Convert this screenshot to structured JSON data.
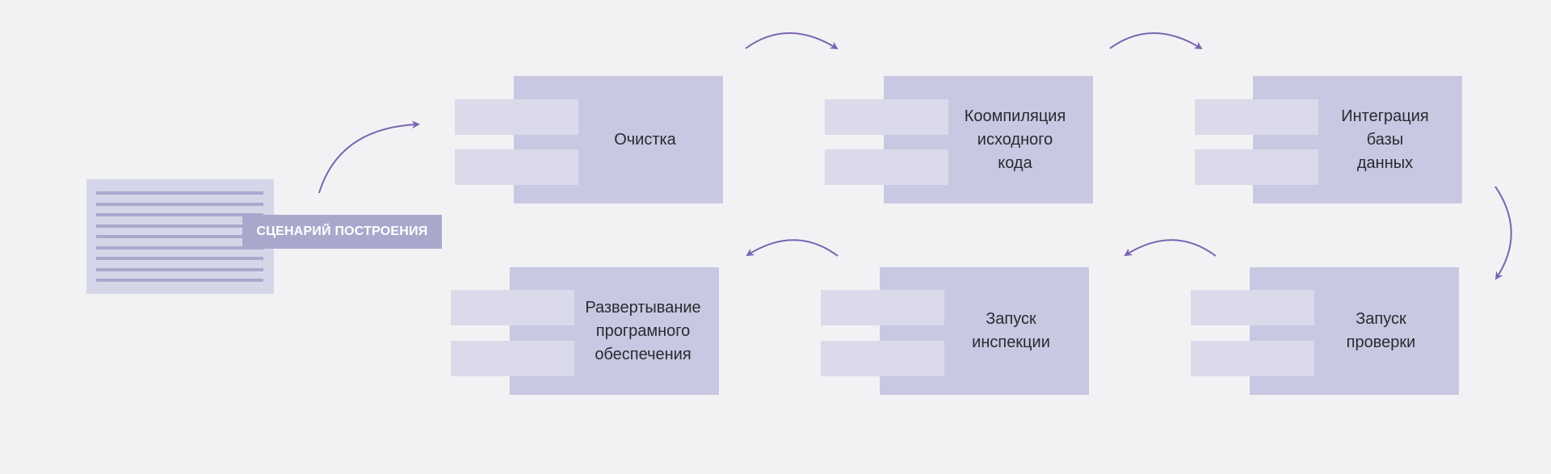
{
  "script": {
    "label": "СЦЕНАРИЙ ПОСТРОЕНИЯ",
    "icon": "document-icon"
  },
  "steps": [
    {
      "label": "Очистка"
    },
    {
      "label": "Коомпиляция\nисходного\nкода"
    },
    {
      "label": "Интеграция\nбазы\nданных"
    },
    {
      "label": "Запуск\nпроверки"
    },
    {
      "label": "Запуск\nинспекции"
    },
    {
      "label": "Развертывание\nпрограмного\nобеспечения"
    }
  ],
  "colors": {
    "background": "#f2f2f4",
    "box": "#c8c8e3",
    "box_tab": "#dadaea",
    "arrow": "#7a64b0",
    "label": "#a9a8cc"
  }
}
